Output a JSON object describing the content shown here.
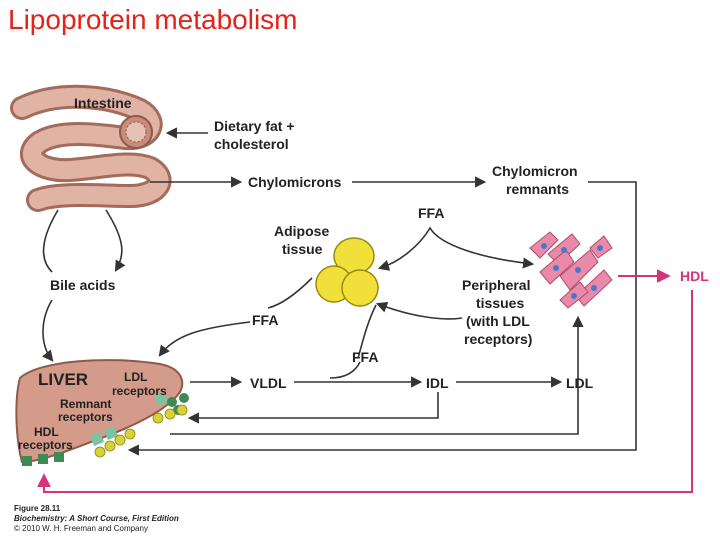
{
  "slide": {
    "title": "Lipoprotein metabolism"
  },
  "labels": {
    "intestine": "Intestine",
    "dietary_1": "Dietary fat +",
    "dietary_2": "cholesterol",
    "chylomicrons": "Chylomicrons",
    "chylo_remnants_1": "Chylomicron",
    "chylo_remnants_2": "remnants",
    "ffa_top": "FFA",
    "adipose_1": "Adipose",
    "adipose_2": "tissue",
    "bile_acids": "Bile acids",
    "ffa_left": "FFA",
    "peripheral_1": "Peripheral",
    "peripheral_2": "tissues",
    "peripheral_3": "(with LDL",
    "peripheral_4": "receptors)",
    "ffa_mid": "FFA",
    "liver": "LIVER",
    "ldl_receptors_1": "LDL",
    "ldl_receptors_2": "receptors",
    "remnant_1": "Remnant",
    "remnant_2": "receptors",
    "hdl_receptors_1": "HDL",
    "hdl_receptors_2": "receptors",
    "vldl": "VLDL",
    "idl": "IDL",
    "ldl": "LDL",
    "hdl": "HDL"
  },
  "caption": {
    "figure": "Figure 28.11",
    "book": "Biochemistry: A Short Course, First Edition",
    "copyright": "© 2010 W. H. Freeman and Company"
  },
  "colors": {
    "title": "#e2231a",
    "arrow": "#333333",
    "hdl_path": "#d6337a",
    "intestine": "#d9a99a",
    "liver": "#d49a8a",
    "adipose": "#f2e03a",
    "peripheral_cells": "#e88aa8",
    "receptor_green": "#3d8a55",
    "receptor_yellow": "#d8d23a"
  }
}
